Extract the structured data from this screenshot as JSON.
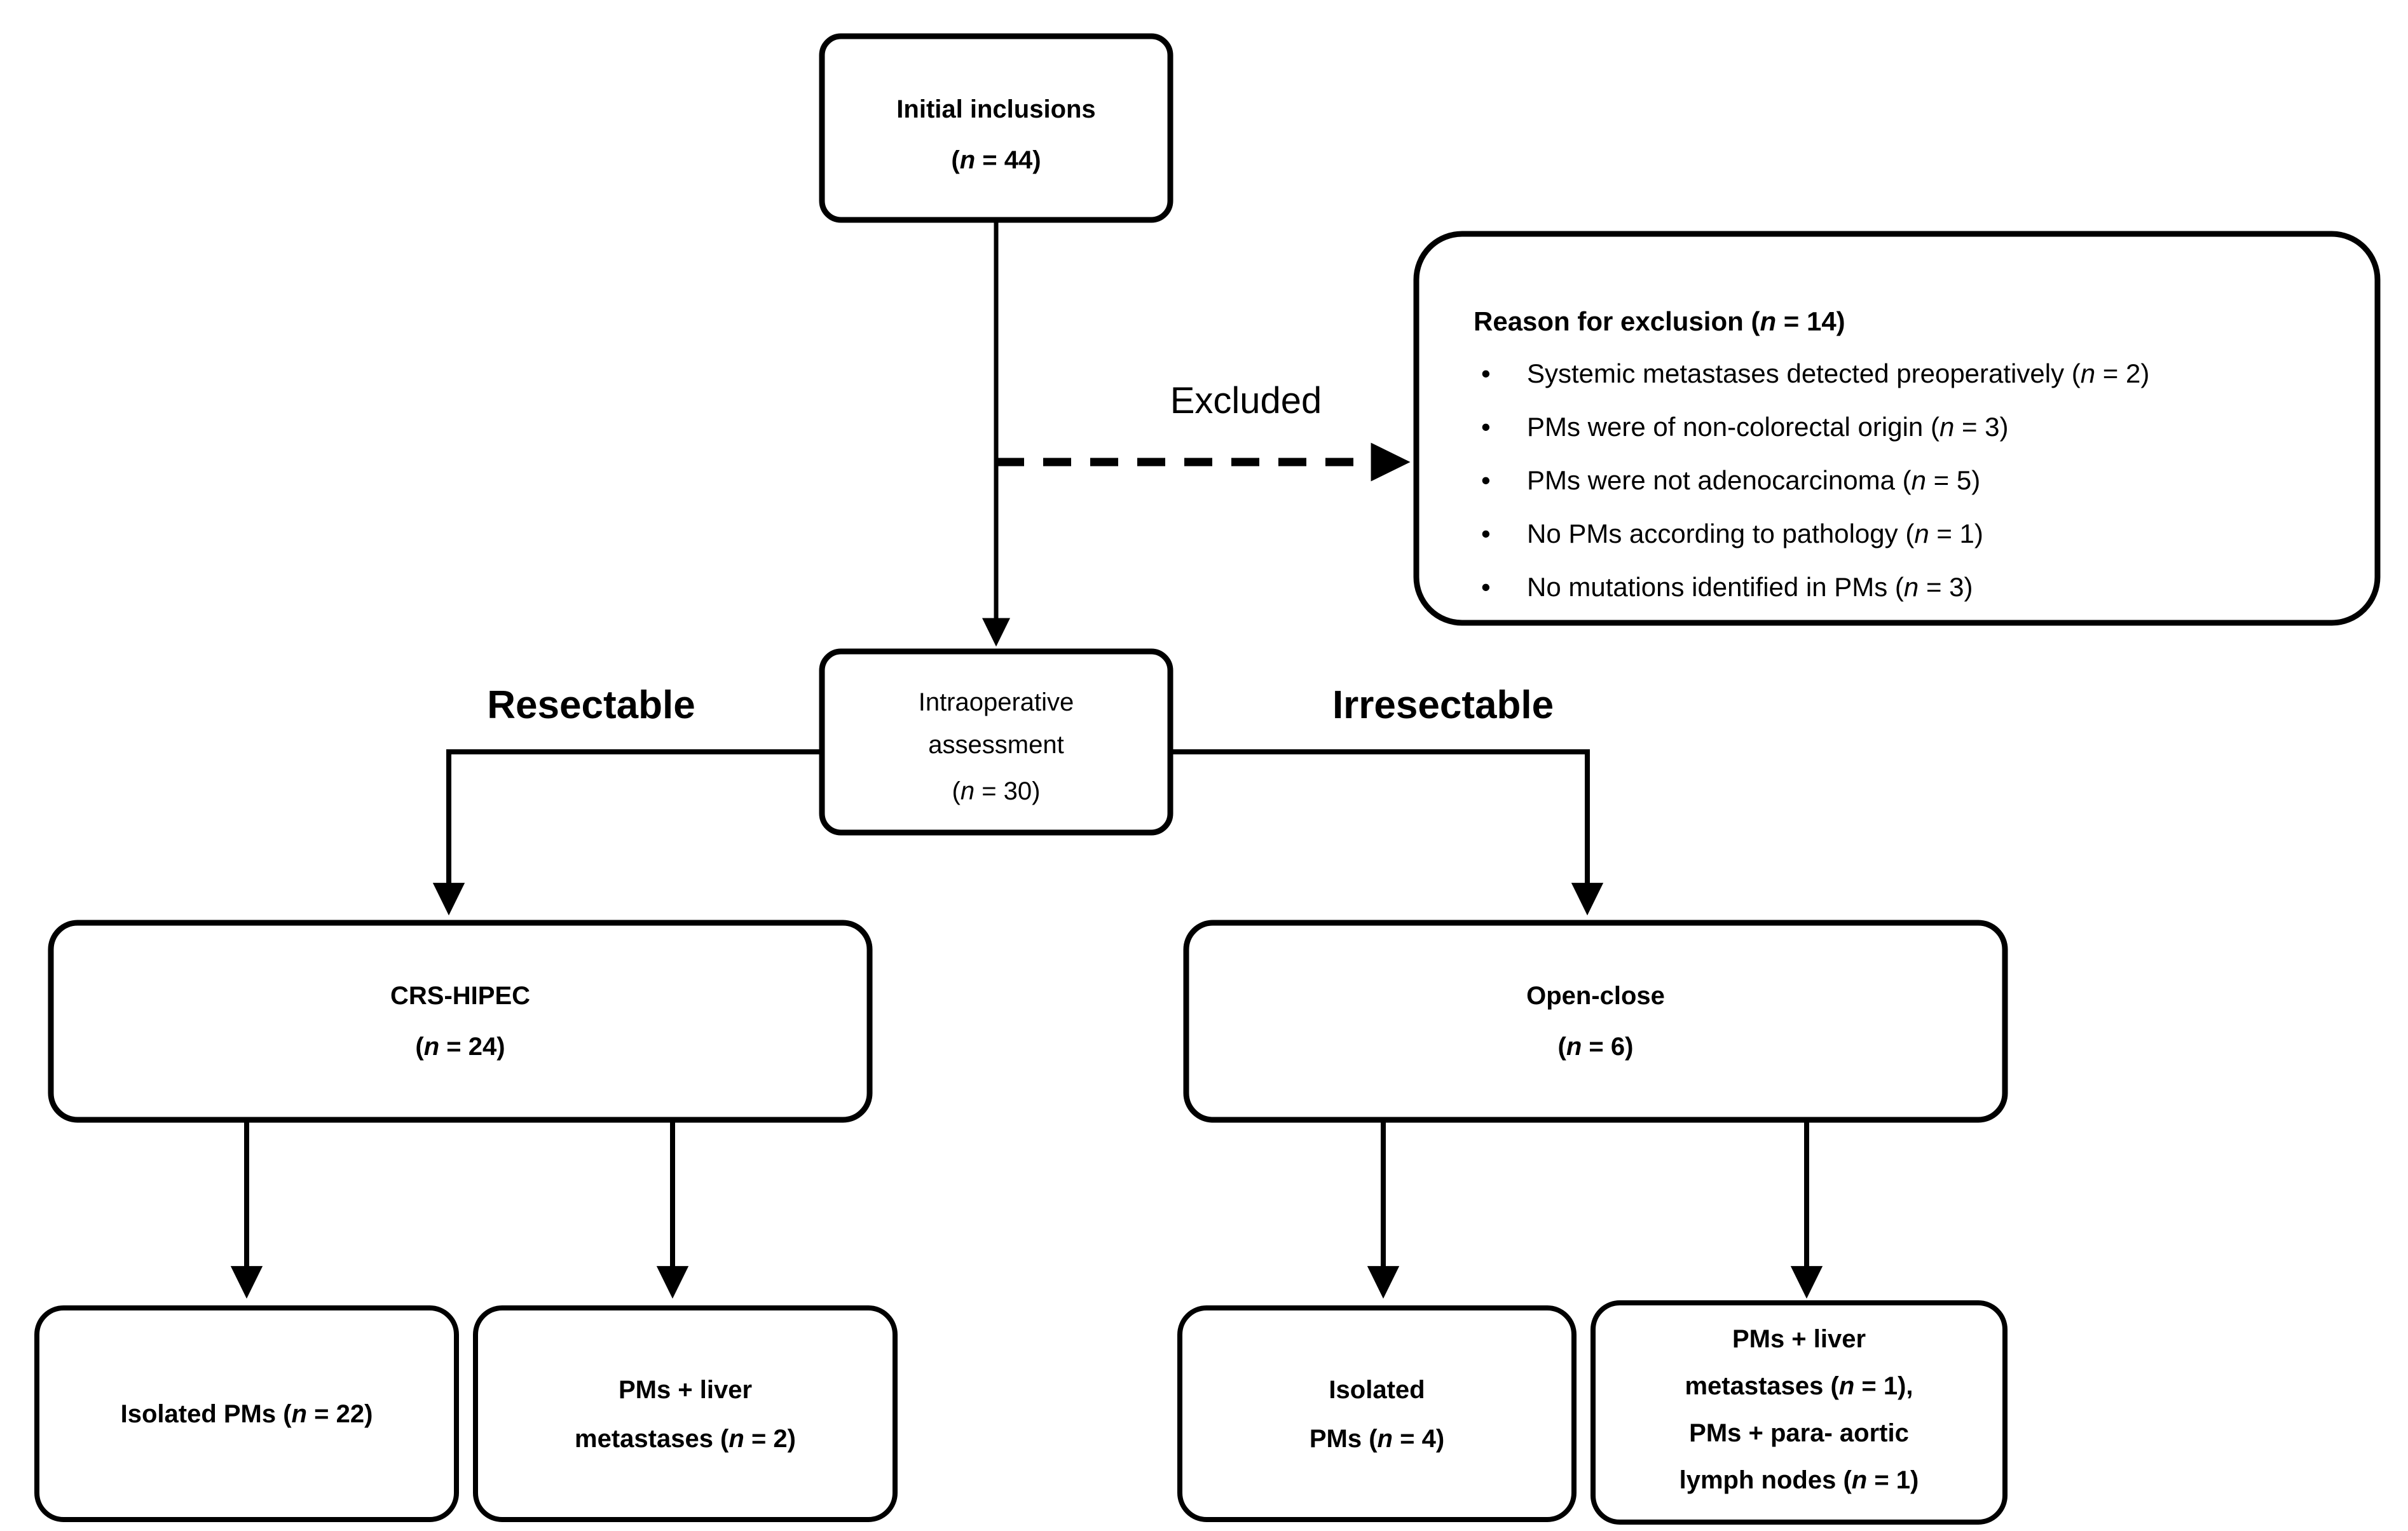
{
  "diagram": {
    "type": "flowchart",
    "title": "Patient inclusion flow diagram",
    "nodes": {
      "initial_inclusions": {
        "line1": "Initial inclusions",
        "n_prefix": "(",
        "n_italic": "n",
        "n_suffix": " = 44)"
      },
      "intraoperative_assessment": {
        "line1": "Intraoperative",
        "line2": "assessment",
        "n_prefix": "(",
        "n_italic": "n",
        "n_suffix": " = 30)"
      },
      "crs_hipec": {
        "line1": "CRS-HIPEC",
        "n_prefix": "(",
        "n_italic": "n",
        "n_suffix": " = 24)"
      },
      "open_close": {
        "line1": "Open-close",
        "n_prefix": "(",
        "n_italic": "n",
        "n_suffix": " = 6)"
      },
      "isolated_pms_22": {
        "line1_a": "Isolated PMs (",
        "line1_i": "n",
        "line1_b": " = 22)"
      },
      "pms_liver_2": {
        "line1": "PMs + liver",
        "line2_a": "metastases (",
        "line2_i": "n",
        "line2_b": " = 2)"
      },
      "isolated_pms_4": {
        "line1": "Isolated",
        "line2_a": "PMs (",
        "line2_i": "n",
        "line2_b": " = 4)"
      },
      "pms_liver_para_aortic": {
        "line1": "PMs + liver",
        "line2_a": "metastases (",
        "line2_i": "n",
        "line2_b": " = 1),",
        "line3": "PMs + para- aortic",
        "line4_a": "lymph nodes (",
        "line4_i": "n",
        "line4_b": " = 1)"
      }
    },
    "exclusion_box": {
      "title_a": "Reason for exclusion (",
      "title_i": "n",
      "title_b": " = 14)",
      "bullet_char": "•",
      "items": [
        {
          "text_a": "Systemic metastases detected preoperatively (",
          "text_i": "n",
          "text_b": " = 2)"
        },
        {
          "text_a": "PMs were of non-colorectal origin (",
          "text_i": "n",
          "text_b": " = 3)"
        },
        {
          "text_a": "PMs were not adenocarcinoma (",
          "text_i": "n",
          "text_b": " = 5)"
        },
        {
          "text_a": "No PMs according to pathology (",
          "text_i": "n",
          "text_b": " = 1)"
        },
        {
          "text_a": "No mutations identified in PMs  (",
          "text_i": "n",
          "text_b": " = 3)"
        }
      ]
    },
    "edge_labels": {
      "excluded": "Excluded",
      "resectable": "Resectable",
      "irresectable": "Irresectable"
    },
    "colors": {
      "stroke": "#000000",
      "fill": "#ffffff",
      "text": "#000000",
      "background": "#ffffff"
    }
  }
}
